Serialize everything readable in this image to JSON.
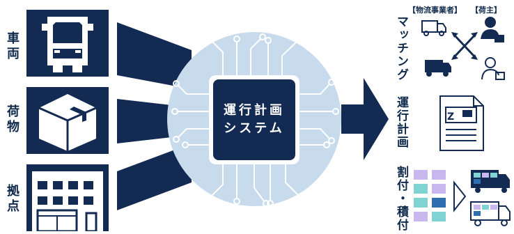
{
  "inputs": [
    {
      "label": "車両",
      "icon": "truck-icon"
    },
    {
      "label": "荷物",
      "icon": "package-icon"
    },
    {
      "label": "拠点",
      "icon": "warehouse-icon"
    }
  ],
  "core": {
    "line1": "運行計画",
    "line2": "システム"
  },
  "outputs": {
    "matching": {
      "label": "マッチング",
      "carrier": "【物流事業者】",
      "shipper": "【荷主】"
    },
    "plan": {
      "label": "運行計画"
    },
    "allocation": {
      "label": "割付・積付"
    }
  },
  "colors": {
    "navy": "#132b53",
    "light_blue": "#c8dbec",
    "teal": "#7fd3d3",
    "lilac": "#c9b8f0",
    "blue": "#2f6fb0"
  }
}
